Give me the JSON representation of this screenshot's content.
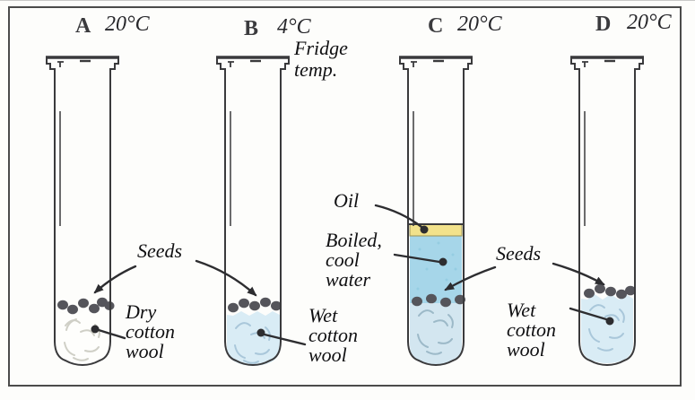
{
  "figure": {
    "tubes": [
      {
        "letter": "A",
        "temp": "20°C",
        "note": ""
      },
      {
        "letter": "B",
        "temp": "4°C",
        "note": "Fridge\ntemp."
      },
      {
        "letter": "C",
        "temp": "20°C",
        "note": ""
      },
      {
        "letter": "D",
        "temp": "20°C",
        "note": ""
      }
    ],
    "annotations": {
      "seeds_left": "Seeds",
      "dry_cotton": "Dry\ncotton\nwool",
      "wet_cotton_b": "Wet\ncotton\nwool",
      "oil": "Oil",
      "boiled_water": "Boiled,\ncool\nwater",
      "seeds_right": "Seeds",
      "wet_cotton_d": "Wet\ncotton\nwool"
    },
    "colors": {
      "water": "#a6d6e9",
      "oil": "#f2e28b",
      "wet_cotton": "#d9ecf5",
      "cotton_c": "#d3e6f0",
      "dry_cotton": "#fefefc",
      "seed": "#55555b",
      "outline": "#3a3a3c",
      "border": "#4b4b4b",
      "text": "#141414"
    }
  }
}
